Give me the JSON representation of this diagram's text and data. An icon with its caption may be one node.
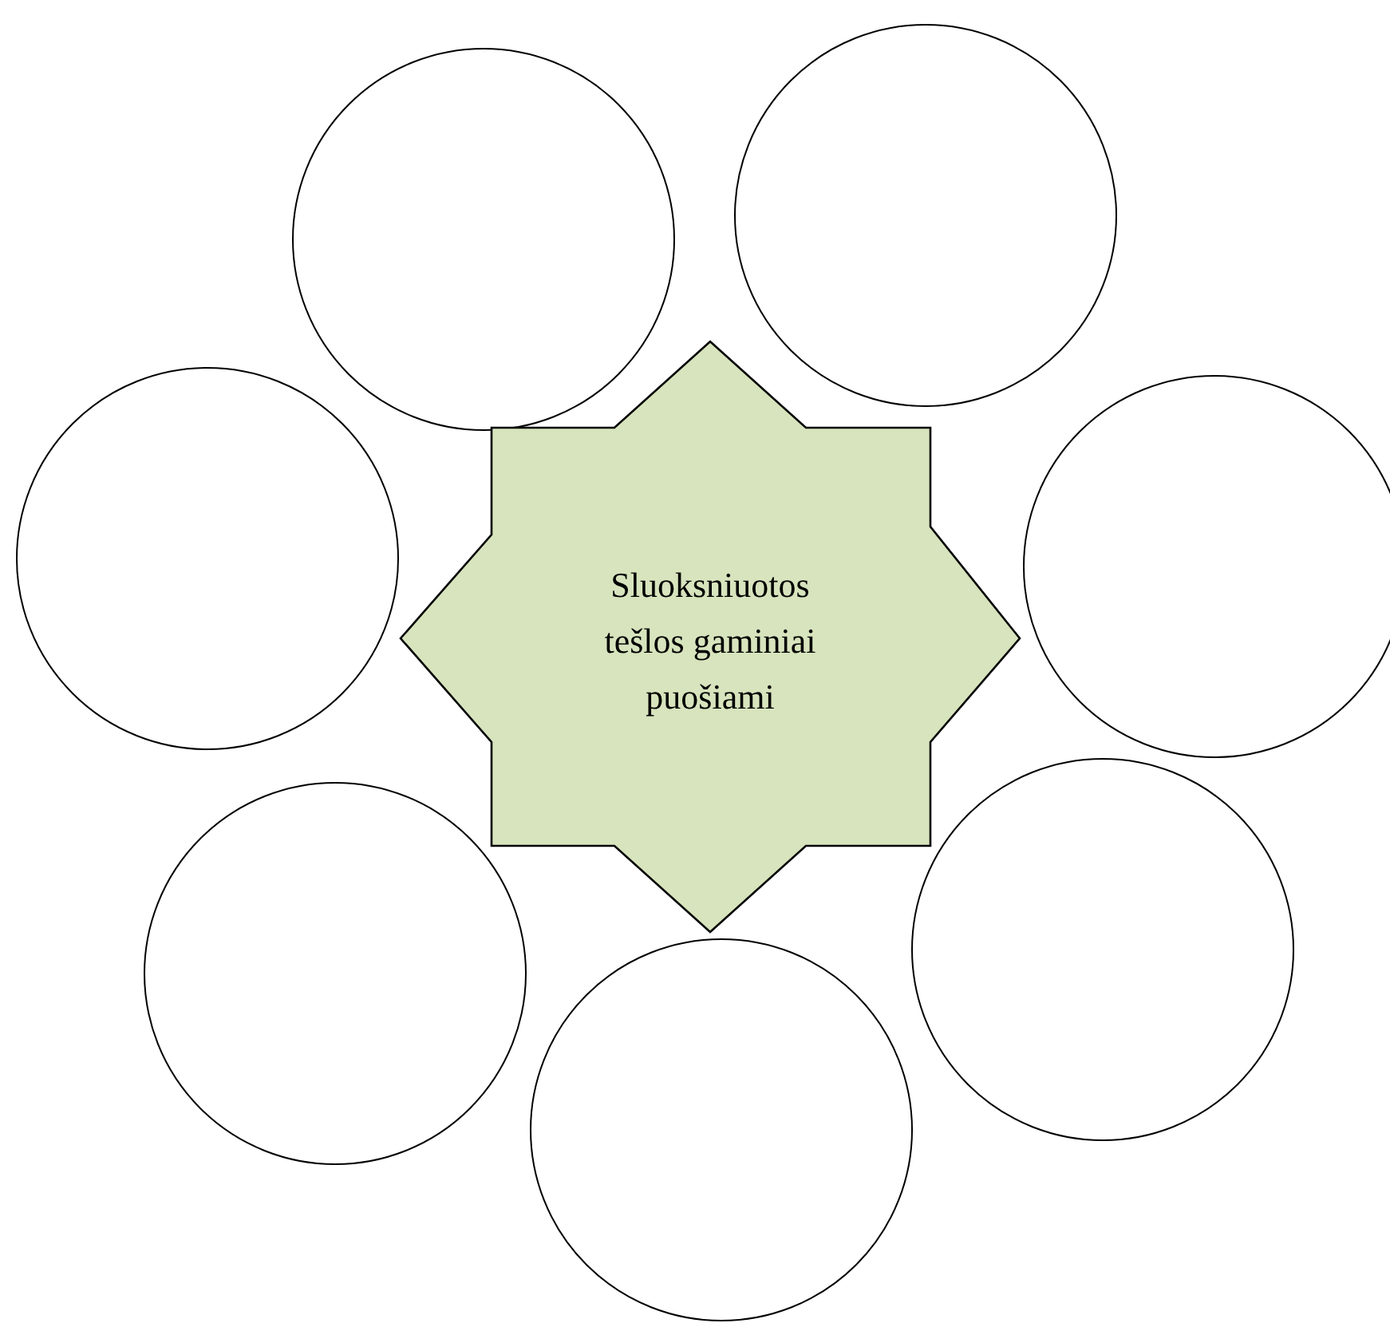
{
  "diagram": {
    "nodes": [
      {
        "text": [],
        "shape": "circle"
      },
      {
        "text": [],
        "shape": "circle"
      },
      {
        "text": [],
        "shape": "circle"
      },
      {
        "text": [
          "Sluoksniuotos tešlos gaminiai puošiami"
        ]
      },
      {
        "text": [],
        "shape": "circle"
      },
      {
        "text": [],
        "shape": "circle"
      },
      {
        "text": [],
        "shape": "circle"
      },
      {
        "text": [],
        "shape": "circle"
      }
    ]
  }
}
